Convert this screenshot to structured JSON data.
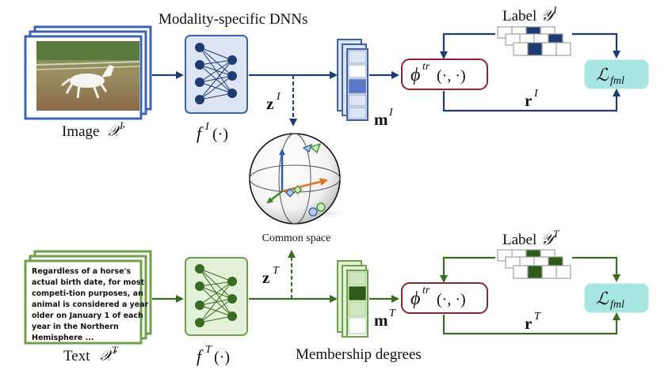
{
  "top": {
    "dnn_title": "Modality-specific DNNs",
    "image_label": "Image",
    "image_symbol": "𝒳",
    "image_sup": "I",
    "f_label": "f",
    "f_sup": "I",
    "f_arg": "(·)",
    "z_label": "z",
    "z_sup": "I",
    "m_label": "m",
    "m_sup": "I",
    "phi_label": "ϕ",
    "phi_sup": "tr",
    "phi_arg": "(·, ·)",
    "label_text": "Label",
    "label_symbol": "𝒴",
    "label_sup": "I",
    "loss_label": "ℒ",
    "loss_sub": "fml",
    "r_label": "r",
    "r_sup": "I",
    "color": "#1f3b73"
  },
  "middle": {
    "common_space": "Common space"
  },
  "bottom": {
    "text_label": "Text",
    "text_symbol": "𝒳",
    "text_sup": "T",
    "paragraph": [
      "Regardless of a horse's",
      "actual birth date, for most",
      "competi-tion purposes, an",
      "animal is considered a year",
      "older on January 1 of each",
      "year in the Northern",
      "Hemisphere ..."
    ],
    "f_label": "f",
    "f_sup": "T",
    "f_arg": "(·)",
    "z_label": "z",
    "z_sup": "T",
    "m_label": "m",
    "m_sup": "T",
    "membership": "Membership degrees",
    "phi_label": "ϕ",
    "phi_sup": "tr",
    "phi_arg": "(·, ·)",
    "label_text": "Label",
    "label_symbol": "𝒴",
    "label_sup": "T",
    "loss_label": "ℒ",
    "loss_sub": "fml",
    "r_label": "r",
    "r_sup": "T",
    "color": "#3a6b22"
  }
}
